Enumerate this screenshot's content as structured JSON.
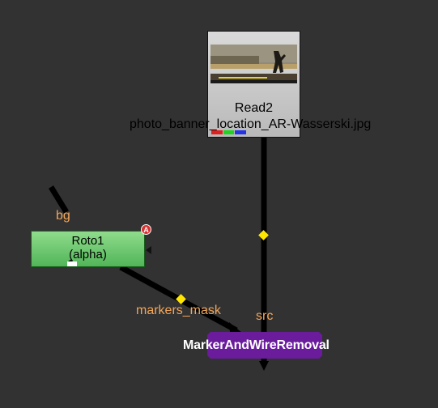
{
  "nodes": {
    "read": {
      "title": "Read2",
      "file": "photo_banner_location_AR-Wasserski.jpg",
      "channel_colors": [
        "#e02020",
        "#1fd41f",
        "#2233e8"
      ]
    },
    "roto": {
      "title": "Roto1",
      "subtitle": "(alpha)",
      "badge": "A"
    },
    "marker_wire_removal": {
      "title": "MarkerAndWireRemoval"
    }
  },
  "edges": {
    "bg_label": "bg",
    "mask_label": "markers_mask",
    "src_label": "src"
  },
  "colors": {
    "background": "#323232",
    "edge_label": "#f2a65a",
    "dot": "#ffe600",
    "roto_node": "#6cc86e",
    "removal_node": "#6a1c9c"
  }
}
